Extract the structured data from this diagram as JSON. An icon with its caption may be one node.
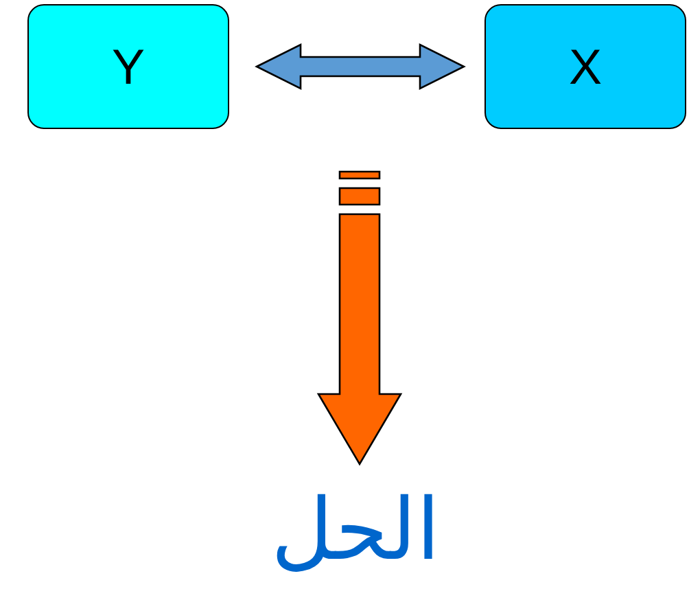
{
  "diagram": {
    "nodes": [
      {
        "text": [
          "Y"
        ]
      },
      {
        "text": [
          "X"
        ]
      },
      {
        "text": [
          "الحل"
        ]
      }
    ],
    "edges": [
      {
        "from": 0,
        "to": 1,
        "arrow": "both",
        "color": "#5b9bd5"
      },
      {
        "from": null,
        "to": 2,
        "arrow": "to",
        "color": "#ff6600"
      }
    ]
  }
}
